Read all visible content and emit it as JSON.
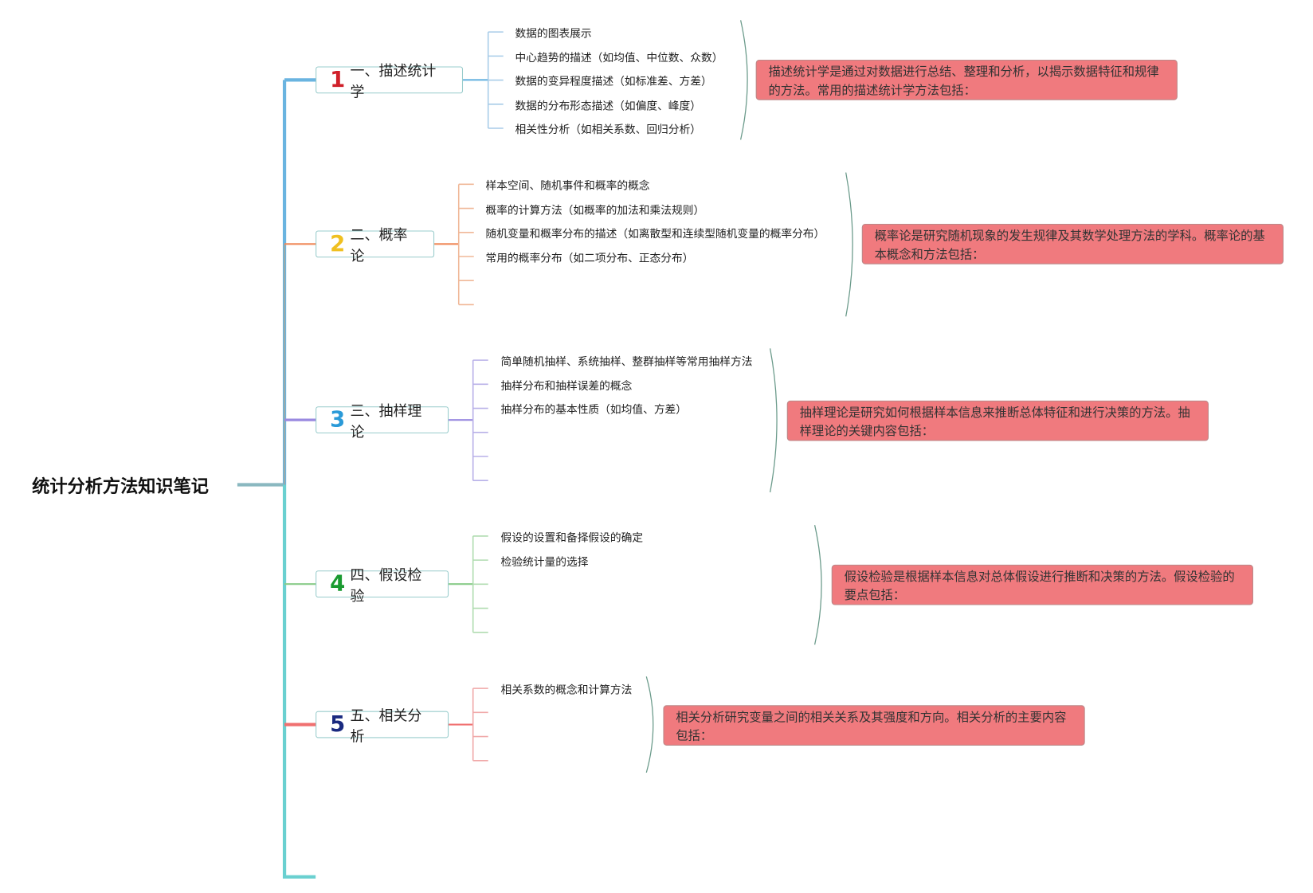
{
  "root": "统计分析方法知识笔记",
  "colors": {
    "b1": "#6ab4e0",
    "b2": "#f08a5a",
    "b3": "#9a8ae0",
    "b4": "#8acc8a",
    "b5": "#f07070",
    "b6": "#6ad0d0",
    "callout": "#f07a7e"
  },
  "branches": [
    {
      "num": "1",
      "num_color": "#d0202a",
      "label": "一、描述统计学",
      "items": [
        "数据的图表展示",
        "中心趋势的描述（如均值、中位数、众数）",
        "数据的变异程度描述（如标准差、方差）",
        "数据的分布形态描述（如偏度、峰度）",
        "相关性分析（如相关系数、回归分析）"
      ],
      "callout": "描述统计学是通过对数据进行总结、整理和分析，以揭示数据特征和规律的方法。常用的描述统计学方法包括："
    },
    {
      "num": "2",
      "num_color": "#f0c020",
      "label": "二、概率论",
      "items": [
        "样本空间、随机事件和概率的概念",
        "概率的计算方法（如概率的加法和乘法规则）",
        "随机变量和概率分布的描述（如离散型和连续型随机变量的概率分布）",
        "常用的概率分布（如二项分布、正态分布）"
      ],
      "callout": "概率论是研究随机现象的发生规律及其数学处理方法的学科。概率论的基本概念和方法包括："
    },
    {
      "num": "3",
      "num_color": "#2a9ad8",
      "label": "三、抽样理论",
      "items": [
        "简单随机抽样、系统抽样、整群抽样等常用抽样方法",
        "抽样分布和抽样误差的概念",
        "抽样分布的基本性质（如均值、方差）"
      ],
      "callout": "抽样理论是研究如何根据样本信息来推断总体特征和进行决策的方法。抽样理论的关键内容包括："
    },
    {
      "num": "4",
      "num_color": "#1a9a30",
      "label": "四、假设检验",
      "items": [
        "假设的设置和备择假设的确定",
        "检验统计量的选择"
      ],
      "callout": "假设检验是根据样本信息对总体假设进行推断和决策的方法。假设检验的要点包括："
    },
    {
      "num": "5",
      "num_color": "#1a2a80",
      "label": "五、相关分析",
      "items": [
        "相关系数的概念和计算方法"
      ],
      "callout": "相关分析研究变量之间的相关关系及其强度和方向。相关分析的主要内容包括："
    }
  ]
}
